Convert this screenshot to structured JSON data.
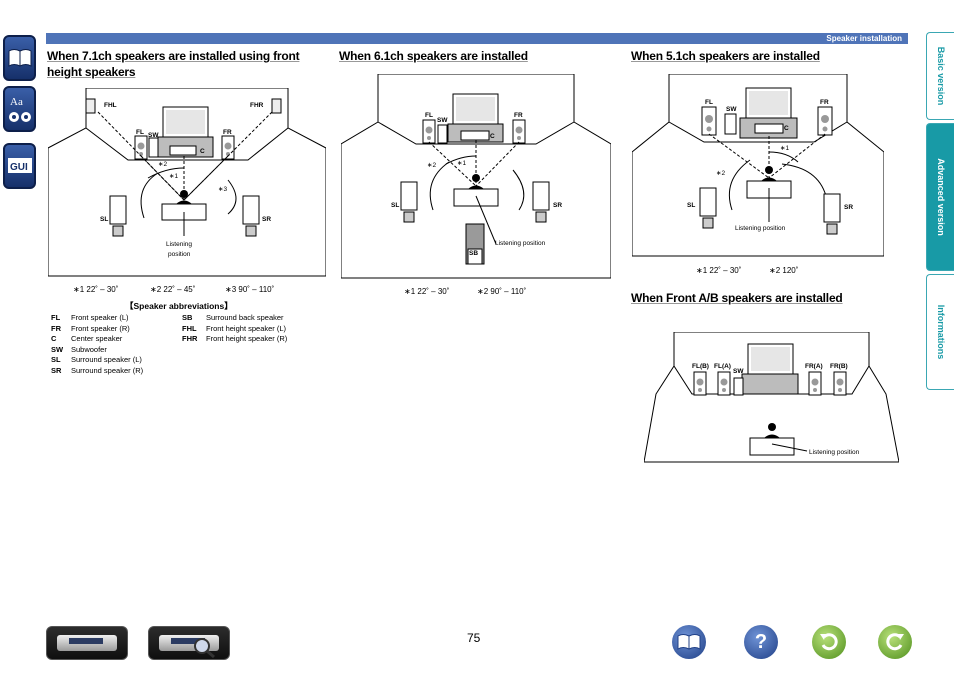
{
  "header": {
    "section": "Speaker installation"
  },
  "tabs": [
    "Basic version",
    "Advanced version",
    "Informations"
  ],
  "sections": {
    "s71": {
      "title_line1": "When 7.1ch speakers are installed using front",
      "title_line2": "height speakers",
      "labels": {
        "fhl": "FHL",
        "fhr": "FHR",
        "fl": "FL",
        "fr": "FR",
        "sw": "SW",
        "c": "C",
        "sl": "SL",
        "sr": "SR",
        "a1": "∗1",
        "a2": "∗2",
        "a3": "∗3",
        "listen1": "Listening",
        "listen2": "position"
      },
      "notes": [
        "∗1   22˚ – 30˚",
        "∗2   22˚ – 45˚",
        "∗3   90˚ – 110˚"
      ]
    },
    "s61": {
      "title": "When 6.1ch speakers are installed",
      "labels": {
        "fl": "FL",
        "fr": "FR",
        "sw": "SW",
        "c": "C",
        "sl": "SL",
        "sr": "SR",
        "sb": "SB",
        "a1": "∗1",
        "a2": "∗2",
        "listen": "Listening position"
      },
      "notes": [
        "∗1   22˚ – 30˚",
        "∗2   90˚ – 110˚"
      ]
    },
    "s51": {
      "title": "When 5.1ch speakers are installed",
      "labels": {
        "fl": "FL",
        "fr": "FR",
        "sw": "SW",
        "c": "C",
        "sl": "SL",
        "sr": "SR",
        "a1": "∗1",
        "a2": "∗2",
        "listen": "Listening position"
      },
      "notes": [
        "∗1   22˚ – 30˚",
        "∗2   120˚"
      ]
    },
    "sab": {
      "title": "When Front A/B speakers are installed",
      "labels": {
        "flb": "FL(B)",
        "fla": "FL(A)",
        "sw": "SW",
        "fra": "FR(A)",
        "frb": "FR(B)",
        "listen": "Listening position"
      }
    }
  },
  "abbreviations": {
    "title": "【Speaker abbreviations】",
    "left": [
      {
        "code": "FL",
        "desc": "Front speaker (L)"
      },
      {
        "code": "FR",
        "desc": "Front speaker (R)"
      },
      {
        "code": "C",
        "desc": "Center speaker"
      },
      {
        "code": "SW",
        "desc": "Subwoofer"
      },
      {
        "code": "SL",
        "desc": "Surround speaker (L)"
      },
      {
        "code": "SR",
        "desc": "Surround speaker (R)"
      }
    ],
    "right": [
      {
        "code": "SB",
        "desc": "Surround back speaker"
      },
      {
        "code": "FHL",
        "desc": "Front height speaker (L)"
      },
      {
        "code": "FHR",
        "desc": "Front height speaker (R)"
      }
    ]
  },
  "page_number": "75",
  "nav": {
    "help": "?"
  }
}
